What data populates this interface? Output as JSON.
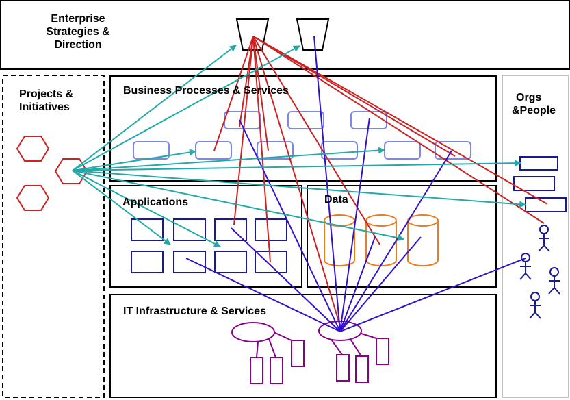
{
  "labels": {
    "enterprise_line1": "Enterprise",
    "enterprise_line2": "Strategies &",
    "enterprise_line3": "Direction",
    "projects_line1": "Projects &",
    "projects_line2": "Initiatives",
    "business": "Business Processes & Services",
    "orgs_line1": "Orgs",
    "orgs_line2": "&People",
    "applications": "Applications",
    "data": "Data",
    "infrastructure": "IT Infrastructure & Services"
  },
  "colors": {
    "border": "#000000",
    "orgs_border": "#c0c0c0",
    "project_hexagon": "#cc2222",
    "process_box": "#7a88ee",
    "org_box": "#1a1a99",
    "app_box": "#1a1a99",
    "data_cylinder": "#ee7a1a",
    "infra_shape": "#880088",
    "person_icon": "#1a1a99",
    "red_link": "#cc2222",
    "blue_link": "#3311cc",
    "teal_link": "#22aaaa"
  }
}
